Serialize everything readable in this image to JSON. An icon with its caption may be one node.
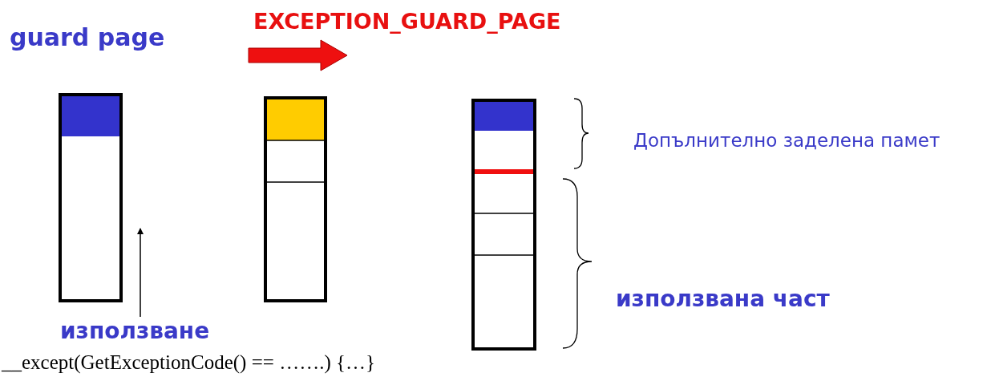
{
  "diagram": {
    "labels": [
      "EXCEPTION_GUARD_PAGE",
      "guard page",
      "Допълнително заделена памет",
      "използвана част",
      "използване",
      "__except(GetExceptionCode() == …….) {…}"
    ]
  }
}
